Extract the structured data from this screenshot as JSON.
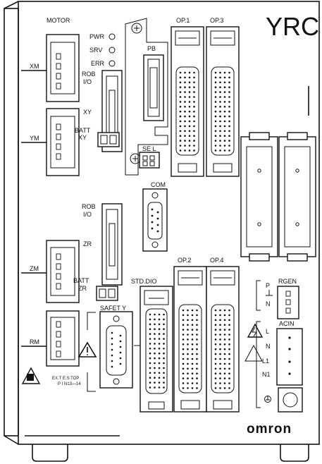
{
  "brand": "YRC",
  "logo": "omron",
  "motor": {
    "title": "MOTOR",
    "ports": [
      "XM",
      "YM",
      "ZM",
      "RM"
    ]
  },
  "leds": [
    "PWR",
    "SRV",
    "ERR"
  ],
  "connectors": {
    "pb": "PB",
    "rob_io_line1": "ROB",
    "rob_io_line2": "I/O",
    "xy": "XY",
    "zr": "ZR",
    "batt": "BATT",
    "batt_xy": "XY",
    "batt_zr": "ZR",
    "sel": "SE L",
    "com": "COM",
    "safety": "SAFET  Y",
    "std_dio": "STD.DIO",
    "op1": "OP.1",
    "op2": "OP.2",
    "op3": "OP.3",
    "op4": "OP.4",
    "rgen": "RGEN",
    "acin": "ACIN"
  },
  "ac_terminals": [
    "L",
    "N",
    "L1",
    "N1"
  ],
  "rgen_terminals": [
    "P",
    "N"
  ],
  "ext_note_line1": "EX.T E.S TOP",
  "ext_note_line2": "P  I  N13—14"
}
